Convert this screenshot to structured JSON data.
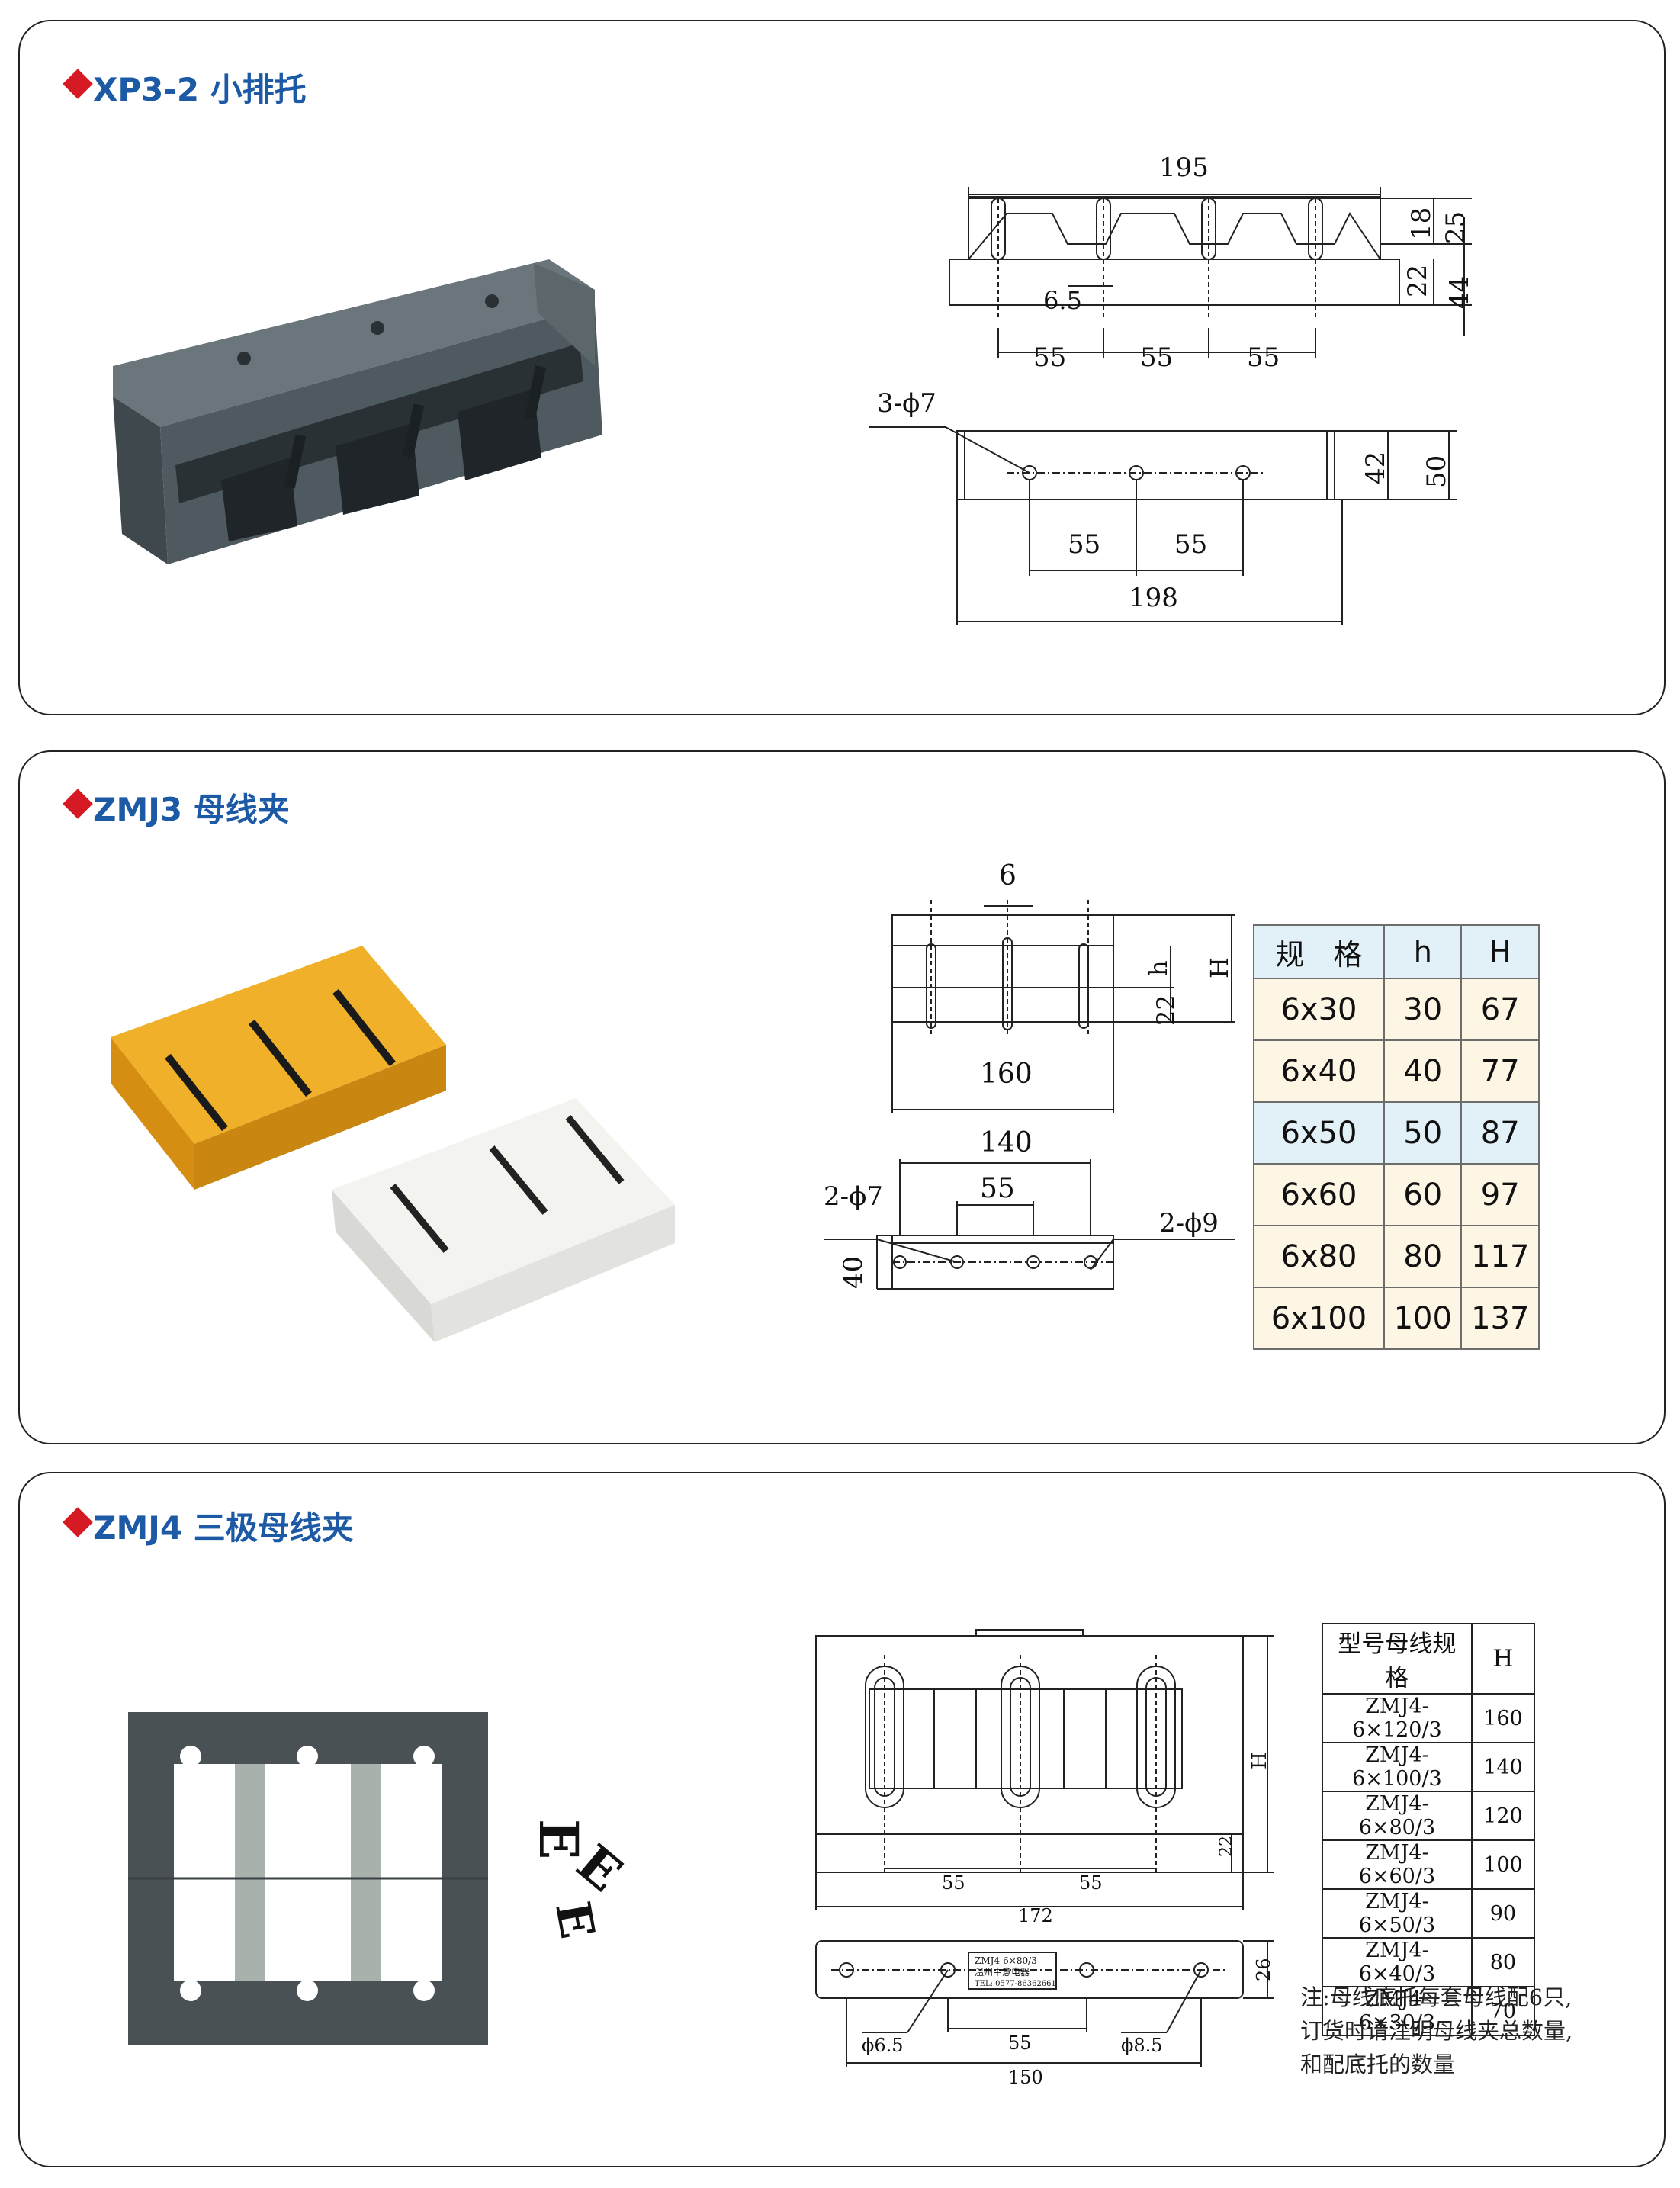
{
  "sections": [
    {
      "title": "XP3-2 小排托",
      "dims": {
        "top_width": "195",
        "height_upper": "18",
        "height_25": "25",
        "height_base": "22",
        "height_44": "44",
        "slot": "6.5",
        "pitch_a": "55",
        "pitch_b": "55",
        "pitch_c": "55",
        "holes": "3-ϕ7",
        "plan_pitch_a": "55",
        "plan_pitch_b": "55",
        "plan_width": "198",
        "plan_h42": "42",
        "plan_h50": "50"
      }
    },
    {
      "title": "ZMJ3 母线夹",
      "dims": {
        "slot": "6",
        "width": "160",
        "base": "22",
        "h": "h",
        "H": "H",
        "hole_span": "140",
        "hole_pitch": "55",
        "holes_a": "2-ϕ7",
        "holes_b": "2-ϕ9",
        "depth": "40"
      },
      "table": {
        "headers": [
          "规　格",
          "h",
          "H"
        ],
        "rows": [
          [
            "6x30",
            "30",
            "67"
          ],
          [
            "6x40",
            "40",
            "77"
          ],
          [
            "6x50",
            "50",
            "87"
          ],
          [
            "6x60",
            "60",
            "97"
          ],
          [
            "6x80",
            "80",
            "117"
          ],
          [
            "6x100",
            "100",
            "137"
          ]
        ],
        "row_colors": [
          "#fdf6e4",
          "#fdf6e4",
          "#e2f0f8",
          "#fdf6e4",
          "#fdf6e4",
          "#fdf6e4"
        ],
        "header_color": "#e2f0f8"
      }
    },
    {
      "title": "ZMJ4 三极母线夹",
      "dims": {
        "H": "H",
        "base": "22",
        "pitch_a": "55",
        "pitch_b": "55",
        "width": "172",
        "depth": "26",
        "hole_a": "ϕ6.5",
        "hole_b": "ϕ8.5",
        "plan_pitch": "55",
        "plan_span": "150",
        "plate": [
          "ZMJ4-6×80/3",
          "温州中意电器",
          "TEL: 0577-86362661"
        ]
      },
      "table": {
        "headers": [
          "型号母线规格",
          "H"
        ],
        "rows": [
          [
            "ZMJ4-6×120/3",
            "160"
          ],
          [
            "ZMJ4-6×100/3",
            "140"
          ],
          [
            "ZMJ4-6×80/3",
            "120"
          ],
          [
            "ZMJ4-6×60/3",
            "100"
          ],
          [
            "ZMJ4-6×50/3",
            "90"
          ],
          [
            "ZMJ4-6×40/3",
            "80"
          ],
          [
            "ZMJ4-6×30/3",
            "70"
          ]
        ]
      },
      "note": [
        "注:母线底托每套母线配6只,",
        "订货时请注明母线夹总数量,",
        "和配底托的数量"
      ]
    }
  ],
  "colors": {
    "accent": "#1c5aa6",
    "bullet": "#d51a24",
    "product_dark": "#4f5a60",
    "product_yellow": "#e4a21a",
    "product_white": "#efefec"
  }
}
